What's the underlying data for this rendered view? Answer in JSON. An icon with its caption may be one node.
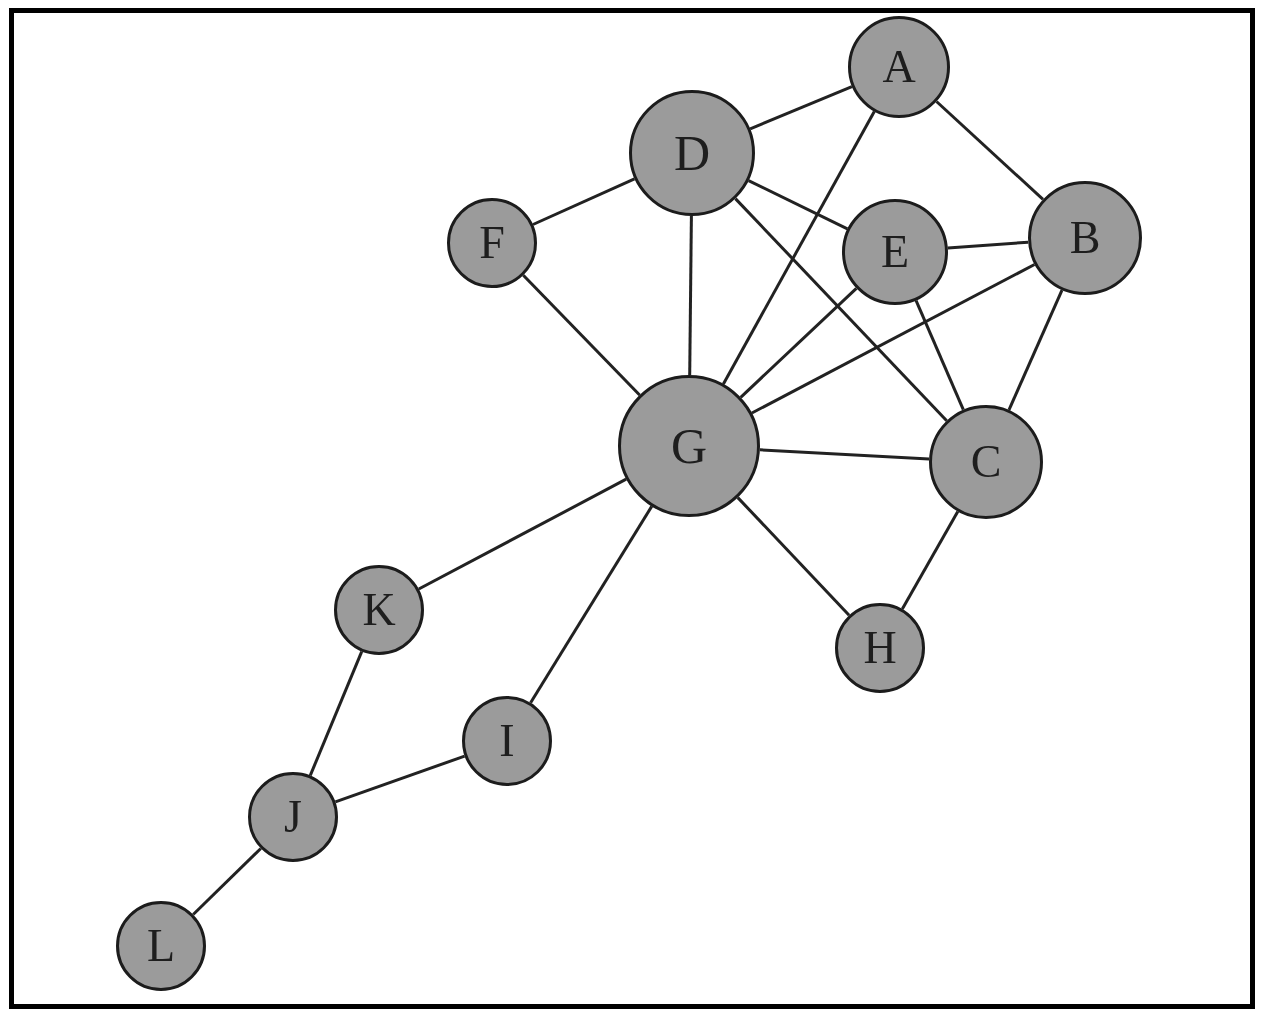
{
  "diagram": {
    "nodes": [
      {
        "text": [
          "A"
        ]
      },
      {
        "text": [
          "D"
        ]
      },
      {
        "text": [
          "F"
        ]
      },
      {
        "text": [
          "B"
        ]
      },
      {
        "text": [
          "E"
        ]
      },
      {
        "text": [
          "G"
        ]
      },
      {
        "text": [
          "C"
        ]
      },
      {
        "text": [
          "K"
        ]
      },
      {
        "text": [
          "H"
        ]
      },
      {
        "text": [
          "I"
        ]
      },
      {
        "text": [
          "J"
        ]
      },
      {
        "text": [
          "L"
        ]
      }
    ],
    "edges": [
      {
        "from": 1,
        "to": 0,
        "arrow": "none"
      },
      {
        "from": 0,
        "to": 3,
        "arrow": "none"
      },
      {
        "from": 0,
        "to": 5,
        "arrow": "none"
      },
      {
        "from": 2,
        "to": 1,
        "arrow": "none"
      },
      {
        "from": 1,
        "to": 5,
        "arrow": "none"
      },
      {
        "from": 1,
        "to": 4,
        "arrow": "none"
      },
      {
        "from": 1,
        "to": 6,
        "arrow": "none"
      },
      {
        "from": 4,
        "to": 3,
        "arrow": "none"
      },
      {
        "from": 4,
        "to": 6,
        "arrow": "none"
      },
      {
        "from": 5,
        "to": 4,
        "arrow": "none"
      },
      {
        "from": 5,
        "to": 3,
        "arrow": "none"
      },
      {
        "from": 3,
        "to": 6,
        "arrow": "none"
      },
      {
        "from": 2,
        "to": 5,
        "arrow": "none"
      },
      {
        "from": 5,
        "to": 6,
        "arrow": "none"
      },
      {
        "from": 5,
        "to": 7,
        "arrow": "none"
      },
      {
        "from": 5,
        "to": 9,
        "arrow": "none"
      },
      {
        "from": 5,
        "to": 8,
        "arrow": "none"
      },
      {
        "from": 6,
        "to": 8,
        "arrow": "none"
      },
      {
        "from": 7,
        "to": 10,
        "arrow": "none"
      },
      {
        "from": 9,
        "to": 10,
        "arrow": "none"
      },
      {
        "from": 10,
        "to": 11,
        "arrow": "none"
      }
    ]
  }
}
